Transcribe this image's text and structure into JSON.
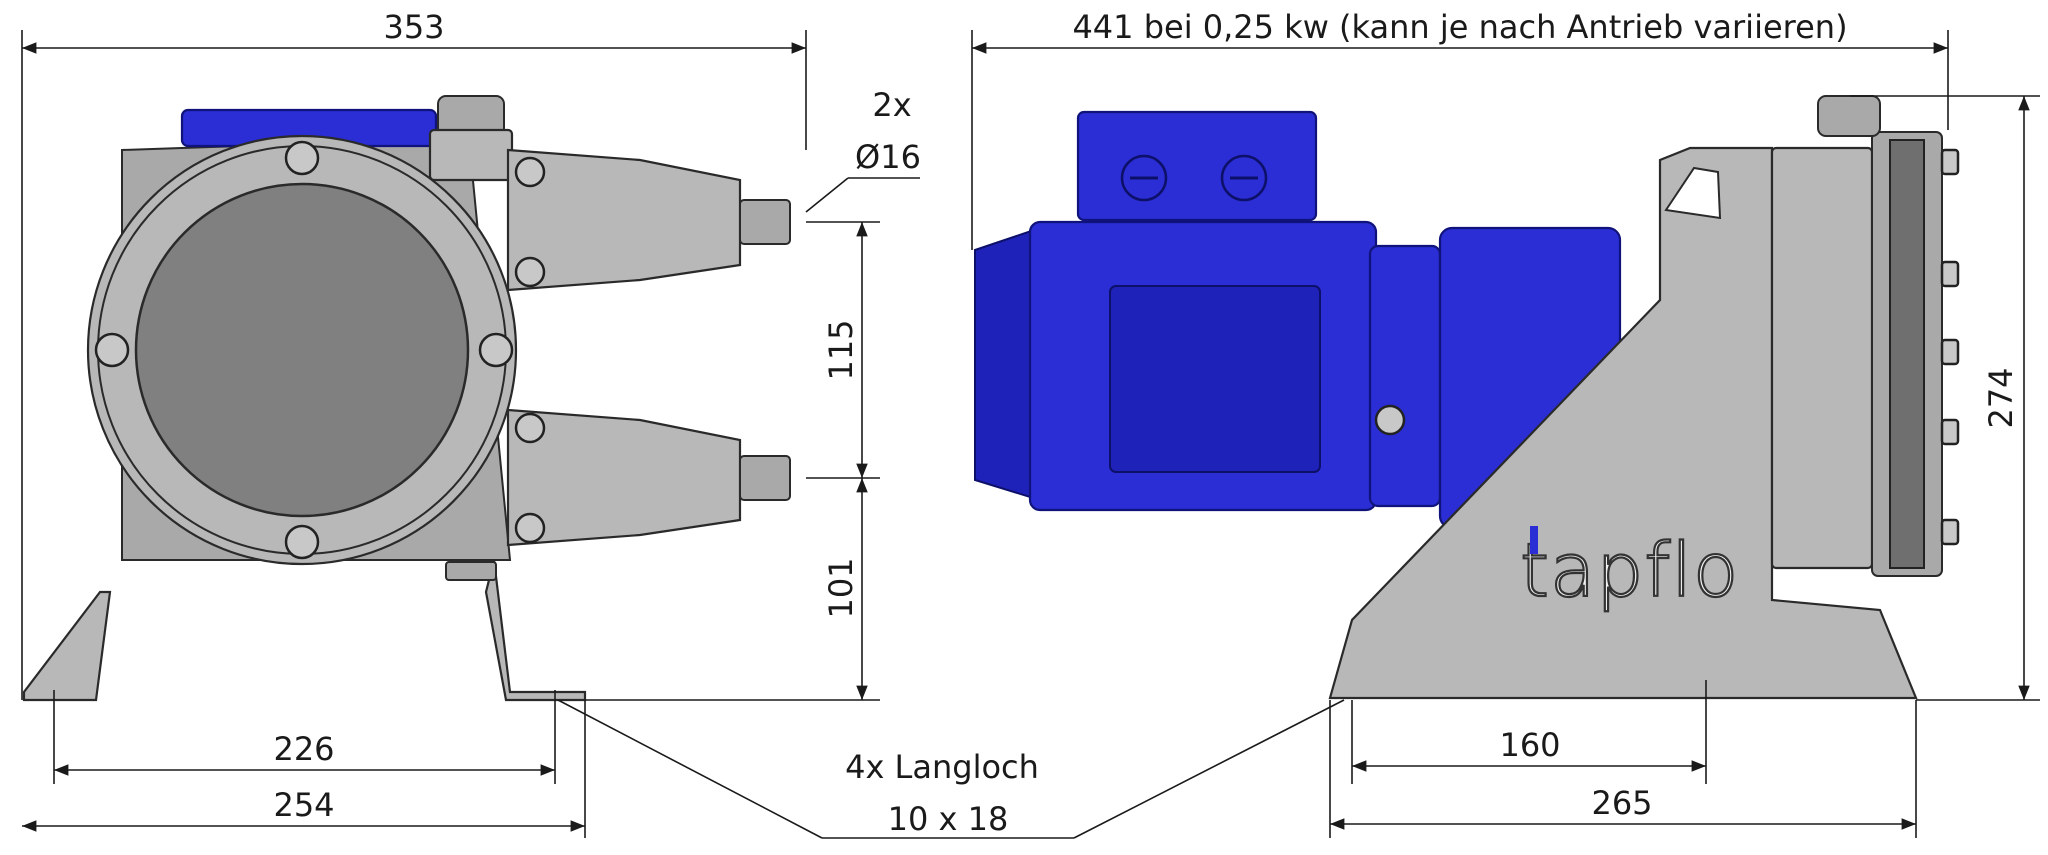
{
  "dimensions": {
    "overall_width_front": "353",
    "overall_length_side": "441 bei 0,25 kw (kann je nach Antrieb variieren)",
    "port_count": "2x",
    "port_diameter": "Ø16",
    "port_spacing": "115",
    "port_height": "101",
    "total_height": "274",
    "foot_hole_spacing_front": "226",
    "foot_width_front": "254",
    "foot_hole_spacing_side": "160",
    "foot_length_side": "265",
    "slot_count": "4x Langloch",
    "slot_size": "10 x 18"
  },
  "logo": {
    "text": "tapflo"
  },
  "colors": {
    "motor_blue": "#2a2ed4",
    "pump_metal": "#b8b8b8",
    "dimension_line": "#1a1a1a"
  }
}
